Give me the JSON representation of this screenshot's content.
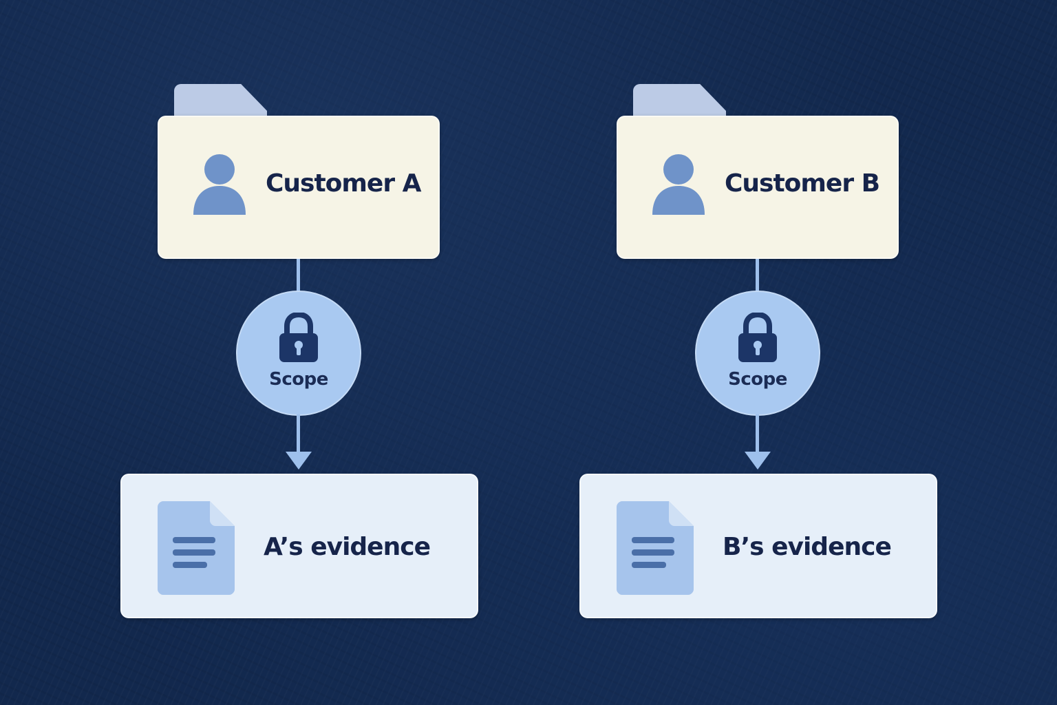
{
  "colors": {
    "background": "#12284d",
    "folder_body": "#f6f4e6",
    "folder_tab": "#bccbe6",
    "evidence_card": "#e6eff9",
    "connector": "#9ec0ec",
    "scope_circle": "#a9c9f1",
    "icon_blue": "#6f93c9",
    "text_dark": "#16244a"
  },
  "columns": [
    {
      "folder": {
        "label": "Customer A",
        "icon": "person-icon"
      },
      "scope": {
        "label": "Scope",
        "icon": "lock-icon"
      },
      "evidence": {
        "label": "A’s evidence",
        "icon": "document-icon"
      }
    },
    {
      "folder": {
        "label": "Customer B",
        "icon": "person-icon"
      },
      "scope": {
        "label": "Scope",
        "icon": "lock-icon"
      },
      "evidence": {
        "label": "B’s evidence",
        "icon": "document-icon"
      }
    }
  ]
}
